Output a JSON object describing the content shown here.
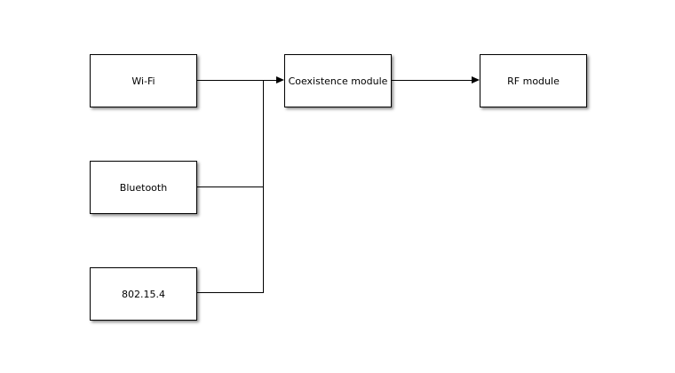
{
  "diagram": {
    "type": "block-diagram",
    "background": "#ffffff",
    "nodes": [
      {
        "id": "wifi",
        "label": "Wi-Fi"
      },
      {
        "id": "bluetooth",
        "label": "Bluetooth"
      },
      {
        "id": "ieee-802-15-4",
        "label": "802.15.4"
      },
      {
        "id": "coexistence-module",
        "label": "Coexistence module"
      },
      {
        "id": "rf-module",
        "label": "RF module"
      }
    ],
    "edges": [
      {
        "from": "wifi",
        "to": "coexistence-module",
        "arrowhead": true
      },
      {
        "from": "bluetooth",
        "to": "coexistence-module",
        "arrowhead": true,
        "via": "merge-junction"
      },
      {
        "from": "ieee-802-15-4",
        "to": "coexistence-module",
        "arrowhead": true,
        "via": "merge-junction"
      },
      {
        "from": "coexistence-module",
        "to": "rf-module",
        "arrowhead": true
      }
    ],
    "colors": {
      "node_fill": "#ffffff",
      "node_border": "#000000",
      "text": "#000000",
      "connector": "#000000",
      "shadow": "rgba(0,0,0,0.45)"
    }
  }
}
